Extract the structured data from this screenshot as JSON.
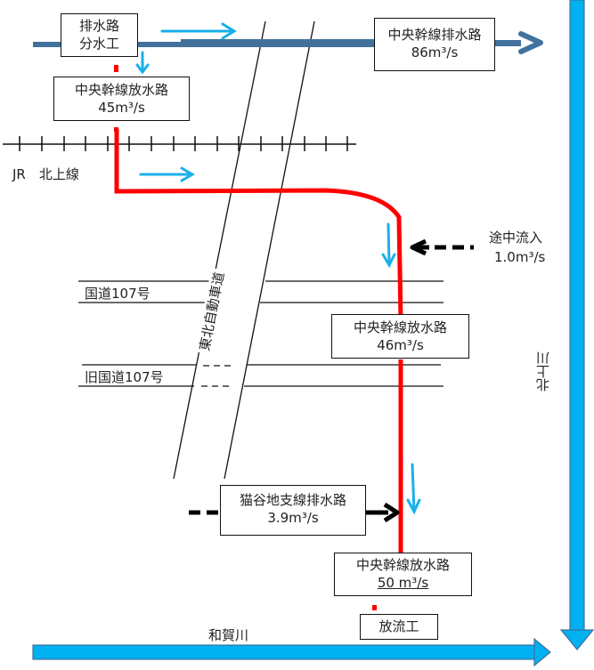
{
  "diagram": {
    "top_channel": {
      "junction_box": {
        "line1": "排水路",
        "line2": "分水工"
      },
      "trunk_drain_box": {
        "name": "中央幹線排水路",
        "flow": "86m³/s"
      }
    },
    "discharge_boxes": [
      {
        "name": "中央幹線放水路",
        "flow": "45m³/s"
      },
      {
        "name": "中央幹線放水路",
        "flow": "46m³/s"
      },
      {
        "name": "中央幹線放水路",
        "flow": "50 m³/s"
      }
    ],
    "inflow": {
      "label": "途中流入",
      "flow": "1.0m³/s"
    },
    "branch_box": {
      "name": "猫谷地支線排水路",
      "flow": "3.9m³/s"
    },
    "outlet_box": {
      "label": "放流工"
    },
    "railway_label": "JR　北上線",
    "expressway_label": "東北自動車道",
    "road1_label": "国道107号",
    "road2_label": "旧国道107号",
    "river_right_label": "北上川",
    "river_bottom_label": "和賀川",
    "colors": {
      "drain_channel": "#41719c",
      "discharge_route": "#ff0000",
      "flow_arrow": "#1ab0ea",
      "river": "#00b0f0"
    }
  }
}
